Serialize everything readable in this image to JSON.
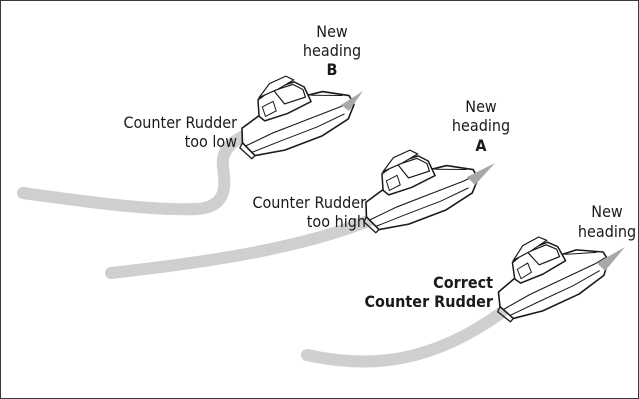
{
  "scenarios": {
    "b": {
      "heading_line1": "New",
      "heading_line2": "heading",
      "heading_letter": "B",
      "label_line1": "Counter Rudder",
      "label_line2": "too low"
    },
    "a": {
      "heading_line1": "New",
      "heading_line2": "heading",
      "heading_letter": "A",
      "label_line1": "Counter Rudder",
      "label_line2": "too high"
    },
    "correct": {
      "heading_line1": "New",
      "heading_line2": "heading",
      "label_line1": "Correct",
      "label_line2": "Counter Rudder"
    }
  },
  "colors": {
    "track": "#cfcfcf",
    "arrow": "#a8a8a8",
    "hull": "#ffffff",
    "outline": "#1a1a1a",
    "frame": "#3a3a3a"
  },
  "icons": [
    "boat-icon",
    "heading-arrow-icon"
  ]
}
